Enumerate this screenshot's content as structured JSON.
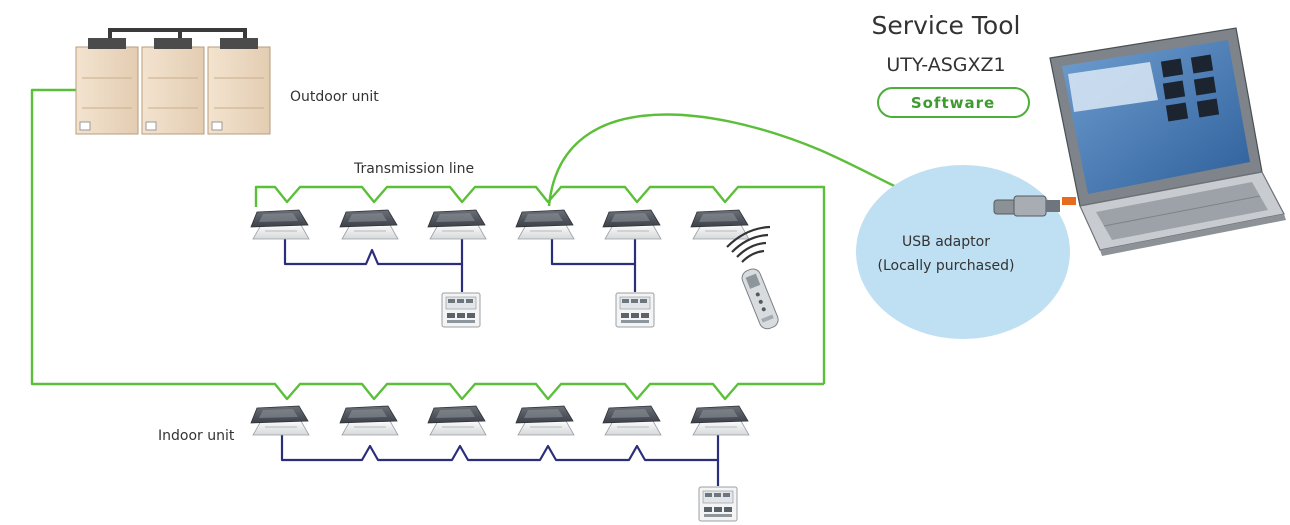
{
  "service_tool": {
    "title": "Service Tool",
    "model": "UTY-ASGXZ1",
    "software_label": "Software"
  },
  "labels": {
    "outdoor_unit": "Outdoor unit",
    "transmission_line": "Transmission line",
    "indoor_unit": "Indoor unit",
    "usb_adaptor_line1": "USB adaptor",
    "usb_adaptor_line2": "(Locally purchased)"
  },
  "colors": {
    "transmission_line": "#5cbf3a",
    "remote_wiring": "#2b2e7a",
    "usb_zone": "#bfe0f2",
    "pill_border": "#4caf3a",
    "pill_text": "#3f9a2f",
    "usb_connector": "#e86a1c"
  },
  "devices": {
    "outdoor_unit_modules": 3,
    "upper_indoor_units": 6,
    "lower_indoor_units": 6,
    "wired_remote_controllers": 3,
    "wireless_remote_controllers": 1
  }
}
